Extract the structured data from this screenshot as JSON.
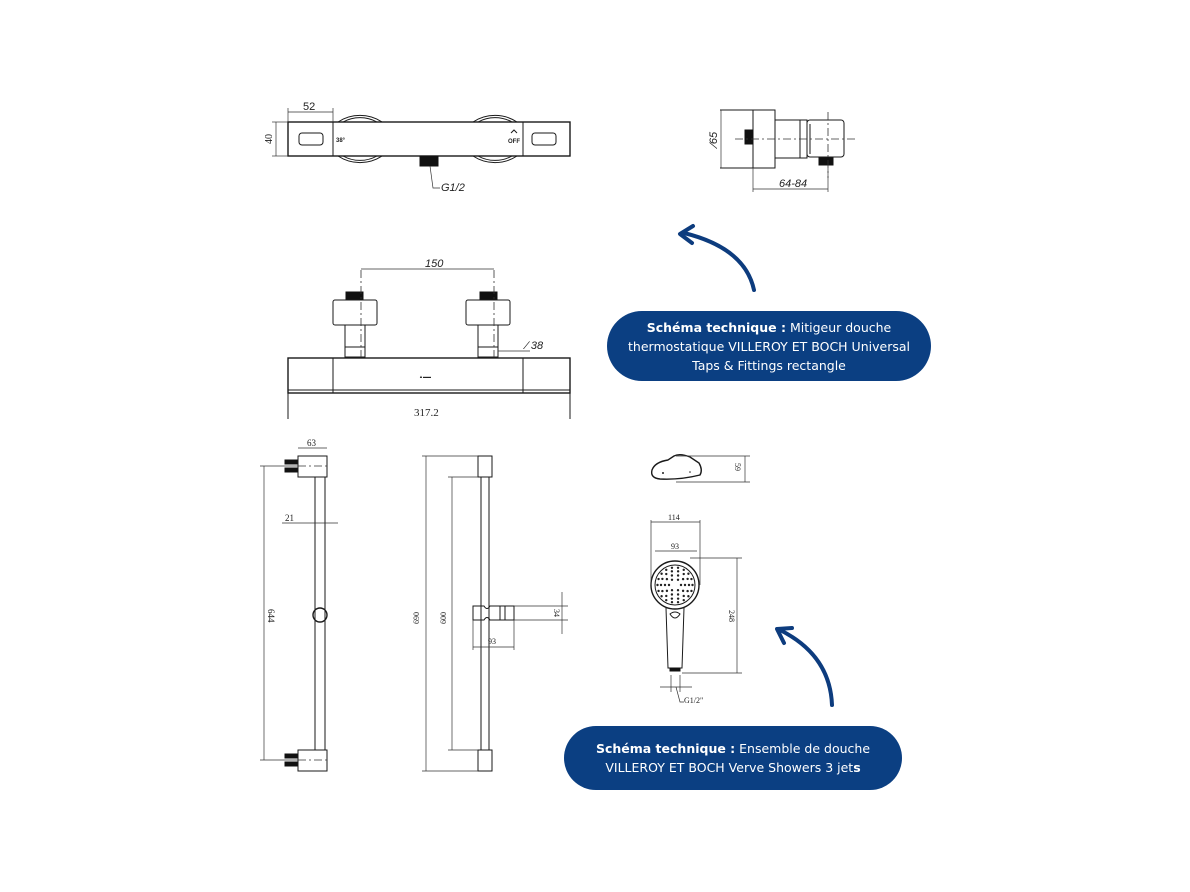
{
  "diagram": {
    "subject": "Technical drawings of thermostatic shower mixer and shower set",
    "drawings": [
      {
        "id": "mixer-top-view",
        "dimensions": {
          "width_end": "52",
          "height": "40",
          "thread": "G1/2"
        },
        "markings": {
          "temp_mark": "38°",
          "off_mark": "OFF"
        }
      },
      {
        "id": "mixer-side-view",
        "dimensions": {
          "diameter": "∕65",
          "projection": "64-84"
        }
      },
      {
        "id": "mixer-front-view",
        "dimensions": {
          "center_distance": "150",
          "diameter": "∕ 38",
          "length": "317.2"
        }
      },
      {
        "id": "rail-front-view",
        "dimensions": {
          "bracket_width": "63",
          "tube_diameter": "21",
          "center_distance": "644"
        }
      },
      {
        "id": "rail-side-view",
        "dimensions": {
          "total_height": "690",
          "rail_length": "600",
          "holder_depth": "93",
          "holder_height": "34"
        }
      },
      {
        "id": "handshower-side-view",
        "dimensions": {
          "thickness": "59"
        }
      },
      {
        "id": "handshower-front-view",
        "dimensions": {
          "outer_width": "114",
          "head_width": "93",
          "length": "248",
          "thread": "G1/2\""
        }
      }
    ],
    "callouts": [
      {
        "bold": "Schéma technique :",
        "text": " Mitigeur douche thermostatique VILLEROY ET BOCH Universal Taps & Fittings rectangle"
      },
      {
        "bold": "Schéma technique :",
        "text": " Ensemble de douche VILLEROY ET BOCH Verve Showers 3 jet",
        "text_bold_tail": "s"
      }
    ],
    "colors": {
      "callout_bg": "#0b3f82",
      "arrow": "#0d3c7e",
      "line": "#1a1a1a"
    }
  }
}
